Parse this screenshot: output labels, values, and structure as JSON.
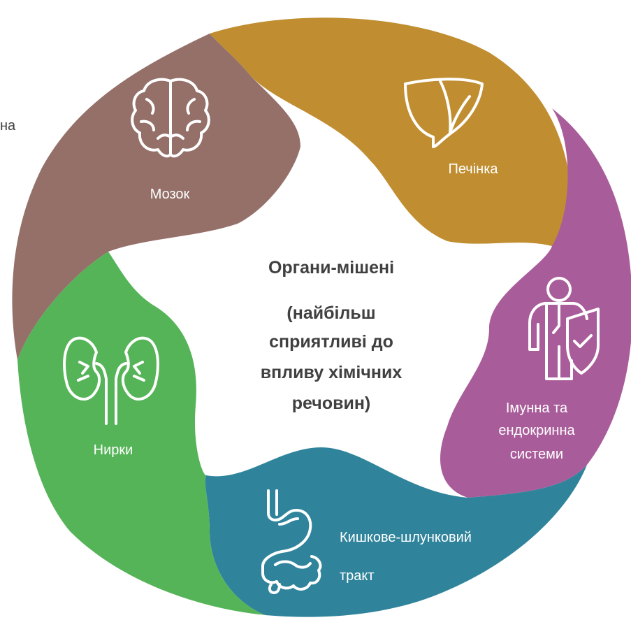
{
  "edge_fragment": "на",
  "center": {
    "title": "Органи-мішені",
    "subtitle_lines": [
      "(найбільш",
      "сприятливі до",
      "впливу хімічних",
      "речовин)"
    ]
  },
  "segments": [
    {
      "name": "brain",
      "label_lines": [
        "Мозок"
      ],
      "color": "#947069",
      "icon": "brain-icon"
    },
    {
      "name": "liver",
      "label_lines": [
        "Печінка"
      ],
      "color": "#C08E31",
      "icon": "liver-icon"
    },
    {
      "name": "immune",
      "label_lines": [
        "Імунна та",
        "ендокринна",
        "системи"
      ],
      "color": "#A95C9A",
      "icon": "immune-shield-icon"
    },
    {
      "name": "gi",
      "label_lines": [
        "Кишкове-шлунковий",
        "тракт"
      ],
      "color": "#2F849B",
      "icon": "stomach-intestine-icon"
    },
    {
      "name": "kidney",
      "label_lines": [
        "Нирки"
      ],
      "color": "#56B458",
      "icon": "kidneys-icon"
    }
  ]
}
